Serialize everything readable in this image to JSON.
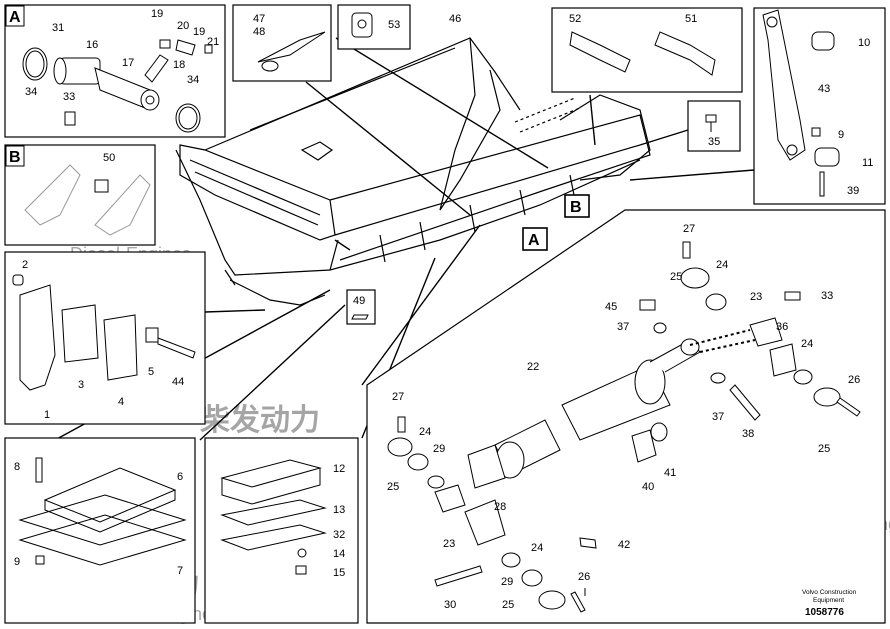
{
  "sections": {
    "A": {
      "letter": "A"
    },
    "B": {
      "letter": "B"
    }
  },
  "callouts": {
    "A_box": [
      "31",
      "16",
      "17",
      "19",
      "20",
      "19",
      "21",
      "18",
      "34",
      "34",
      "33"
    ],
    "top_small": [
      "47",
      "48",
      "53",
      "46",
      "52",
      "51"
    ],
    "bolt_35": [
      "35"
    ],
    "right_link": [
      "10",
      "43",
      "9",
      "11",
      "39"
    ],
    "B_box": [
      "50"
    ],
    "left_plate": [
      "2",
      "3",
      "1",
      "4",
      "5",
      "44"
    ],
    "bottom_left": [
      "8",
      "6",
      "9",
      "7"
    ],
    "bottom_mid": [
      "12",
      "13",
      "32",
      "14",
      "15"
    ],
    "center_49": [
      "49"
    ],
    "cylinder": [
      "27",
      "25",
      "24",
      "45",
      "37",
      "23",
      "36",
      "33",
      "24",
      "26",
      "22",
      "37",
      "38",
      "25",
      "27",
      "24",
      "29",
      "25",
      "28",
      "23",
      "29",
      "24",
      "25",
      "26",
      "30",
      "40",
      "41",
      "42"
    ]
  },
  "markers": {
    "A": "A",
    "B": "B"
  },
  "watermark": {
    "cn": "柴发动力",
    "en": "Diesel-Engines"
  },
  "footer": {
    "line1": "Volvo Construction",
    "line2": "Equipment",
    "doc_no": "1058776"
  }
}
